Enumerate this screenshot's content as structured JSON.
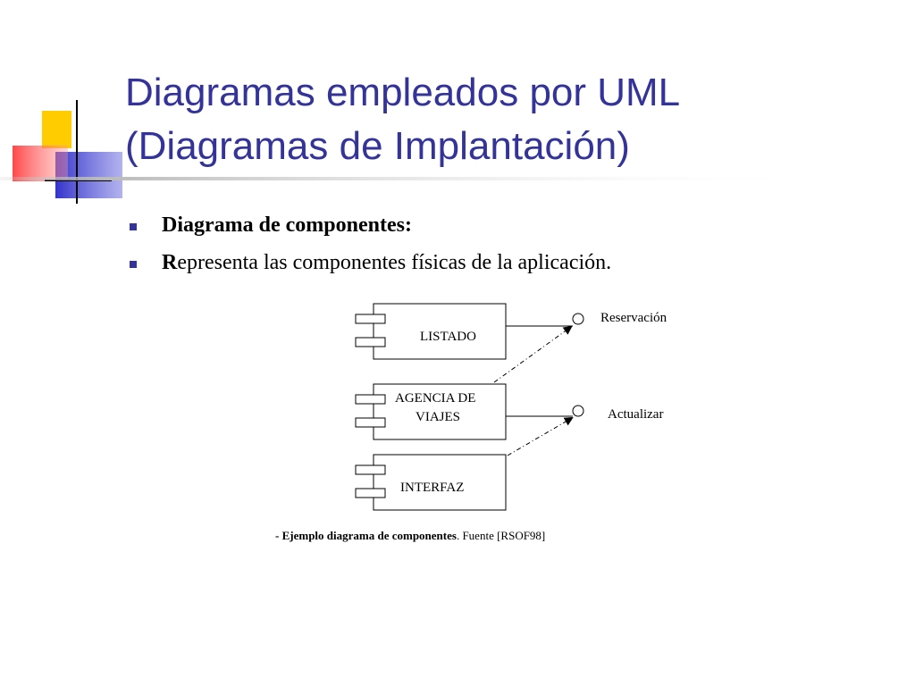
{
  "title": {
    "line1": "Diagramas empleados por UML",
    "line2": "(Diagramas de Implantación)"
  },
  "bullets": [
    {
      "label": "Diagrama de componentes:"
    },
    {
      "label_first": "R",
      "label_rest": "epresenta las componentes físicas de la aplicación."
    }
  ],
  "diagram": {
    "components": [
      "LISTADO",
      "AGENCIA DE",
      "VIAJES",
      "INTERFAZ"
    ],
    "interfaces": [
      "Reservación",
      "Actualizar"
    ]
  },
  "caption": {
    "prefix": "-  ",
    "bold": "Ejemplo  diagrama de componentes",
    "rest": ". Fuente  [RSOF98]"
  },
  "colors": {
    "title": "#333399",
    "deco_yellow": "#ffcc00",
    "deco_blue": "#3333cc",
    "deco_red": "#ff3333"
  }
}
